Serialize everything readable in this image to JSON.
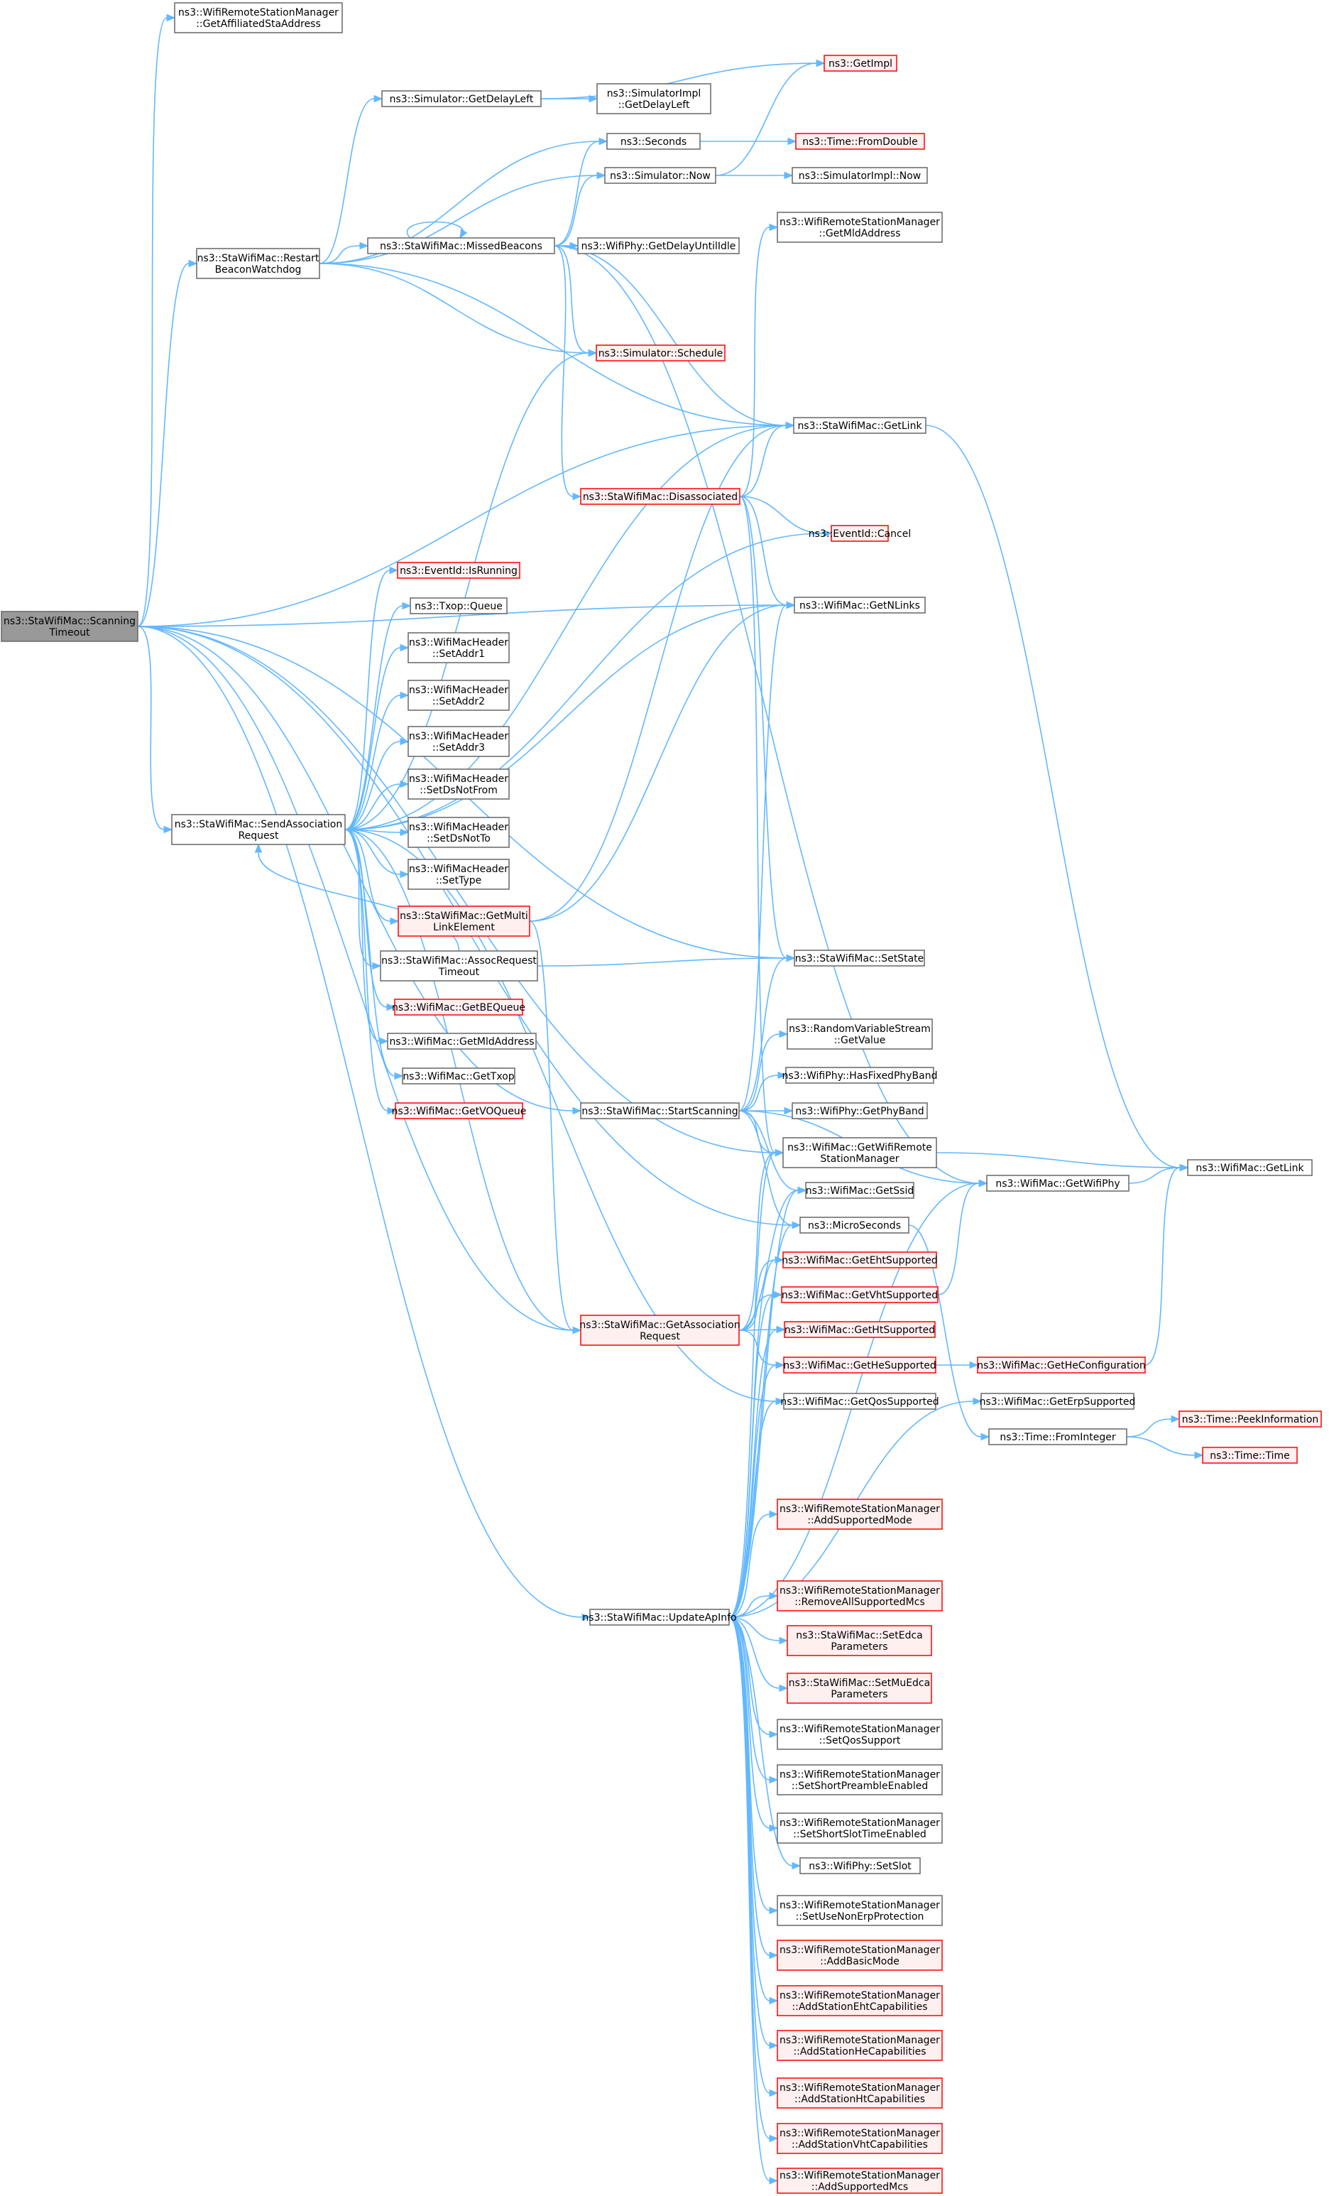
{
  "diagram": {
    "colors": {
      "edge": "#63b8ff",
      "root_fill": "#999999",
      "normal_stroke": "#666666",
      "red_stroke": "#ff0000",
      "red_fill": "#fff0f0"
    },
    "nodes": [
      {
        "id": "root",
        "lines": [
          "ns3::StaWifiMac::Scanning",
          "Timeout"
        ],
        "style": "root"
      },
      {
        "id": "getAffiliated",
        "lines": [
          "ns3::WifiRemoteStationManager",
          "::GetAffiliatedStaAddress"
        ],
        "style": "normal"
      },
      {
        "id": "restartBeacon",
        "lines": [
          "ns3::StaWifiMac::Restart",
          "BeaconWatchdog"
        ],
        "style": "normal"
      },
      {
        "id": "sendAssoc",
        "lines": [
          "ns3::StaWifiMac::SendAssociation",
          "Request"
        ],
        "style": "normal"
      },
      {
        "id": "getDelayLeft",
        "lines": [
          "ns3::Simulator::GetDelayLeft"
        ],
        "style": "normal"
      },
      {
        "id": "simImplGetDelayLeft",
        "lines": [
          "ns3::SimulatorImpl",
          "::GetDelayLeft"
        ],
        "style": "normal"
      },
      {
        "id": "seconds",
        "lines": [
          "ns3::Seconds"
        ],
        "style": "normal"
      },
      {
        "id": "simNow",
        "lines": [
          "ns3::Simulator::Now"
        ],
        "style": "normal"
      },
      {
        "id": "missedBeacons",
        "lines": [
          "ns3::StaWifiMac::MissedBeacons"
        ],
        "style": "normal"
      },
      {
        "id": "getDelayUntilIdle",
        "lines": [
          "ns3::WifiPhy::GetDelayUntilIdle"
        ],
        "style": "normal"
      },
      {
        "id": "schedule",
        "lines": [
          "ns3::Simulator::Schedule"
        ],
        "style": "red"
      },
      {
        "id": "disassociated",
        "lines": [
          "ns3::StaWifiMac::Disassociated"
        ],
        "style": "red"
      },
      {
        "id": "getImpl",
        "lines": [
          "ns3::GetImpl"
        ],
        "style": "red"
      },
      {
        "id": "fromDouble",
        "lines": [
          "ns3::Time::FromDouble"
        ],
        "style": "red"
      },
      {
        "id": "simImplNow",
        "lines": [
          "ns3::SimulatorImpl::Now"
        ],
        "style": "normal"
      },
      {
        "id": "getMldAddressMgr",
        "lines": [
          "ns3::WifiRemoteStationManager",
          "::GetMldAddress"
        ],
        "style": "normal"
      },
      {
        "id": "staGetLink",
        "lines": [
          "ns3::StaWifiMac::GetLink"
        ],
        "style": "normal"
      },
      {
        "id": "eventCancel",
        "lines": [
          "ns3::EventId::Cancel"
        ],
        "style": "red"
      },
      {
        "id": "getNLinks",
        "lines": [
          "ns3::WifiMac::GetNLinks"
        ],
        "style": "normal"
      },
      {
        "id": "isRunning",
        "lines": [
          "ns3::EventId::IsRunning"
        ],
        "style": "red"
      },
      {
        "id": "txopQueue",
        "lines": [
          "ns3::Txop::Queue"
        ],
        "style": "normal"
      },
      {
        "id": "setAddr1",
        "lines": [
          "ns3::WifiMacHeader",
          "::SetAddr1"
        ],
        "style": "normal"
      },
      {
        "id": "setAddr2",
        "lines": [
          "ns3::WifiMacHeader",
          "::SetAddr2"
        ],
        "style": "normal"
      },
      {
        "id": "setAddr3",
        "lines": [
          "ns3::WifiMacHeader",
          "::SetAddr3"
        ],
        "style": "normal"
      },
      {
        "id": "setDsNotFrom",
        "lines": [
          "ns3::WifiMacHeader",
          "::SetDsNotFrom"
        ],
        "style": "normal"
      },
      {
        "id": "setDsNotTo",
        "lines": [
          "ns3::WifiMacHeader",
          "::SetDsNotTo"
        ],
        "style": "normal"
      },
      {
        "id": "setType",
        "lines": [
          "ns3::WifiMacHeader",
          "::SetType"
        ],
        "style": "normal"
      },
      {
        "id": "getMultiLink",
        "lines": [
          "ns3::StaWifiMac::GetMulti",
          "LinkElement"
        ],
        "style": "red"
      },
      {
        "id": "assocTimeout",
        "lines": [
          "ns3::StaWifiMac::AssocRequest",
          "Timeout"
        ],
        "style": "normal"
      },
      {
        "id": "getBEQueue",
        "lines": [
          "ns3::WifiMac::GetBEQueue"
        ],
        "style": "red"
      },
      {
        "id": "getMldAddress",
        "lines": [
          "ns3::WifiMac::GetMldAddress"
        ],
        "style": "normal"
      },
      {
        "id": "getTxop",
        "lines": [
          "ns3::WifiMac::GetTxop"
        ],
        "style": "normal"
      },
      {
        "id": "getVOQueue",
        "lines": [
          "ns3::WifiMac::GetVOQueue"
        ],
        "style": "red"
      },
      {
        "id": "startScanning",
        "lines": [
          "ns3::StaWifiMac::StartScanning"
        ],
        "style": "normal"
      },
      {
        "id": "getAssocReq",
        "lines": [
          "ns3::StaWifiMac::GetAssociation",
          "Request"
        ],
        "style": "red"
      },
      {
        "id": "updateApInfo",
        "lines": [
          "ns3::StaWifiMac::UpdateApInfo"
        ],
        "style": "normal"
      },
      {
        "id": "setState",
        "lines": [
          "ns3::StaWifiMac::SetState"
        ],
        "style": "normal"
      },
      {
        "id": "rvsGetValue",
        "lines": [
          "ns3::RandomVariableStream",
          "::GetValue"
        ],
        "style": "normal"
      },
      {
        "id": "hasFixedPhyBand",
        "lines": [
          "ns3::WifiPhy::HasFixedPhyBand"
        ],
        "style": "normal"
      },
      {
        "id": "getPhyBand",
        "lines": [
          "ns3::WifiPhy::GetPhyBand"
        ],
        "style": "normal"
      },
      {
        "id": "getWifiRSM",
        "lines": [
          "ns3::WifiMac::GetWifiRemote",
          "StationManager"
        ],
        "style": "normal"
      },
      {
        "id": "getSsid",
        "lines": [
          "ns3::WifiMac::GetSsid"
        ],
        "style": "normal"
      },
      {
        "id": "microSeconds",
        "lines": [
          "ns3::MicroSeconds"
        ],
        "style": "normal"
      },
      {
        "id": "getEht",
        "lines": [
          "ns3::WifiMac::GetEhtSupported"
        ],
        "style": "red"
      },
      {
        "id": "getVht",
        "lines": [
          "ns3::WifiMac::GetVhtSupported"
        ],
        "style": "red"
      },
      {
        "id": "getHt",
        "lines": [
          "ns3::WifiMac::GetHtSupported"
        ],
        "style": "red"
      },
      {
        "id": "getHe",
        "lines": [
          "ns3::WifiMac::GetHeSupported"
        ],
        "style": "red"
      },
      {
        "id": "getQos",
        "lines": [
          "ns3::WifiMac::GetQosSupported"
        ],
        "style": "normal"
      },
      {
        "id": "getWifiPhy",
        "lines": [
          "ns3::WifiMac::GetWifiPhy"
        ],
        "style": "normal"
      },
      {
        "id": "wifiMacGetLink",
        "lines": [
          "ns3::WifiMac::GetLink"
        ],
        "style": "normal"
      },
      {
        "id": "getHeConfig",
        "lines": [
          "ns3::WifiMac::GetHeConfiguration"
        ],
        "style": "red"
      },
      {
        "id": "getErp",
        "lines": [
          "ns3::WifiMac::GetErpSupported"
        ],
        "style": "normal"
      },
      {
        "id": "fromInteger",
        "lines": [
          "ns3::Time::FromInteger"
        ],
        "style": "normal"
      },
      {
        "id": "peekInfo",
        "lines": [
          "ns3::Time::PeekInformation"
        ],
        "style": "red"
      },
      {
        "id": "timeTime",
        "lines": [
          "ns3::Time::Time"
        ],
        "style": "red"
      },
      {
        "id": "addSupportedMode",
        "lines": [
          "ns3::WifiRemoteStationManager",
          "::AddSupportedMode"
        ],
        "style": "red"
      },
      {
        "id": "removeAllMcs",
        "lines": [
          "ns3::WifiRemoteStationManager",
          "::RemoveAllSupportedMcs"
        ],
        "style": "red"
      },
      {
        "id": "setEdca",
        "lines": [
          "ns3::StaWifiMac::SetEdca",
          "Parameters"
        ],
        "style": "red"
      },
      {
        "id": "setMuEdca",
        "lines": [
          "ns3::StaWifiMac::SetMuEdca",
          "Parameters"
        ],
        "style": "red"
      },
      {
        "id": "setQosSupport",
        "lines": [
          "ns3::WifiRemoteStationManager",
          "::SetQosSupport"
        ],
        "style": "normal"
      },
      {
        "id": "setShortPreamble",
        "lines": [
          "ns3::WifiRemoteStationManager",
          "::SetShortPreambleEnabled"
        ],
        "style": "normal"
      },
      {
        "id": "setShortSlot",
        "lines": [
          "ns3::WifiRemoteStationManager",
          "::SetShortSlotTimeEnabled"
        ],
        "style": "normal"
      },
      {
        "id": "setSlot",
        "lines": [
          "ns3::WifiPhy::SetSlot"
        ],
        "style": "normal"
      },
      {
        "id": "setUseNonErp",
        "lines": [
          "ns3::WifiRemoteStationManager",
          "::SetUseNonErpProtection"
        ],
        "style": "normal"
      },
      {
        "id": "addBasicMode",
        "lines": [
          "ns3::WifiRemoteStationManager",
          "::AddBasicMode"
        ],
        "style": "red"
      },
      {
        "id": "addEhtCap",
        "lines": [
          "ns3::WifiRemoteStationManager",
          "::AddStationEhtCapabilities"
        ],
        "style": "red"
      },
      {
        "id": "addHeCap",
        "lines": [
          "ns3::WifiRemoteStationManager",
          "::AddStationHeCapabilities"
        ],
        "style": "red"
      },
      {
        "id": "addHtCap",
        "lines": [
          "ns3::WifiRemoteStationManager",
          "::AddStationHtCapabilities"
        ],
        "style": "red"
      },
      {
        "id": "addVhtCap",
        "lines": [
          "ns3::WifiRemoteStationManager",
          "::AddStationVhtCapabilities"
        ],
        "style": "red"
      },
      {
        "id": "addSupportedMcs",
        "lines": [
          "ns3::WifiRemoteStationManager",
          "::AddSupportedMcs"
        ],
        "style": "red"
      }
    ],
    "edges": [
      [
        "root",
        "getAffiliated"
      ],
      [
        "root",
        "restartBeacon"
      ],
      [
        "root",
        "sendAssoc"
      ],
      [
        "root",
        "staGetLink"
      ],
      [
        "root",
        "getNLinks"
      ],
      [
        "root",
        "setState"
      ],
      [
        "root",
        "startScanning"
      ],
      [
        "root",
        "getWifiRSM"
      ],
      [
        "root",
        "microSeconds"
      ],
      [
        "root",
        "getAssocReq"
      ],
      [
        "root",
        "updateApInfo"
      ],
      [
        "restartBeacon",
        "getDelayLeft"
      ],
      [
        "restartBeacon",
        "seconds"
      ],
      [
        "restartBeacon",
        "simNow"
      ],
      [
        "restartBeacon",
        "missedBeacons"
      ],
      [
        "restartBeacon",
        "schedule"
      ],
      [
        "restartBeacon",
        "staGetLink"
      ],
      [
        "getDelayLeft",
        "getImpl"
      ],
      [
        "getDelayLeft",
        "simImplGetDelayLeft"
      ],
      [
        "seconds",
        "fromDouble"
      ],
      [
        "simNow",
        "getImpl"
      ],
      [
        "simNow",
        "simImplNow"
      ],
      [
        "missedBeacons",
        "missedBeacons"
      ],
      [
        "missedBeacons",
        "seconds"
      ],
      [
        "missedBeacons",
        "simNow"
      ],
      [
        "missedBeacons",
        "getDelayUntilIdle"
      ],
      [
        "missedBeacons",
        "schedule"
      ],
      [
        "missedBeacons",
        "disassociated"
      ],
      [
        "missedBeacons",
        "staGetLink"
      ],
      [
        "missedBeacons",
        "getWifiPhy"
      ],
      [
        "disassociated",
        "getMldAddressMgr"
      ],
      [
        "disassociated",
        "staGetLink"
      ],
      [
        "disassociated",
        "eventCancel"
      ],
      [
        "disassociated",
        "getNLinks"
      ],
      [
        "disassociated",
        "setState"
      ],
      [
        "disassociated",
        "getWifiRSM"
      ],
      [
        "sendAssoc",
        "schedule"
      ],
      [
        "sendAssoc",
        "staGetLink"
      ],
      [
        "sendAssoc",
        "eventCancel"
      ],
      [
        "sendAssoc",
        "getNLinks"
      ],
      [
        "sendAssoc",
        "isRunning"
      ],
      [
        "sendAssoc",
        "txopQueue"
      ],
      [
        "sendAssoc",
        "setAddr1"
      ],
      [
        "sendAssoc",
        "setAddr2"
      ],
      [
        "sendAssoc",
        "setAddr3"
      ],
      [
        "sendAssoc",
        "setDsNotFrom"
      ],
      [
        "sendAssoc",
        "setDsNotTo"
      ],
      [
        "sendAssoc",
        "setType"
      ],
      [
        "sendAssoc",
        "getMultiLink"
      ],
      [
        "sendAssoc",
        "assocTimeout"
      ],
      [
        "sendAssoc",
        "getBEQueue"
      ],
      [
        "sendAssoc",
        "getMldAddress"
      ],
      [
        "sendAssoc",
        "getTxop"
      ],
      [
        "sendAssoc",
        "getVOQueue"
      ],
      [
        "sendAssoc",
        "getAssocReq"
      ],
      [
        "sendAssoc",
        "getQos"
      ],
      [
        "getMultiLink",
        "staGetLink"
      ],
      [
        "getMultiLink",
        "getNLinks"
      ],
      [
        "getMultiLink",
        "getAssocReq"
      ],
      [
        "assocTimeout",
        "sendAssoc"
      ],
      [
        "assocTimeout",
        "setState"
      ],
      [
        "startScanning",
        "getNLinks"
      ],
      [
        "startScanning",
        "setState"
      ],
      [
        "startScanning",
        "rvsGetValue"
      ],
      [
        "startScanning",
        "hasFixedPhyBand"
      ],
      [
        "startScanning",
        "getPhyBand"
      ],
      [
        "startScanning",
        "getWifiRSM"
      ],
      [
        "startScanning",
        "getSsid"
      ],
      [
        "startScanning",
        "microSeconds"
      ],
      [
        "startScanning",
        "getWifiPhy"
      ],
      [
        "getAssocReq",
        "getSsid"
      ],
      [
        "getAssocReq",
        "getEht"
      ],
      [
        "getAssocReq",
        "getVht"
      ],
      [
        "getAssocReq",
        "getHt"
      ],
      [
        "getAssocReq",
        "getHe"
      ],
      [
        "getAssocReq",
        "getWifiRSM"
      ],
      [
        "getWifiRSM",
        "wifiMacGetLink"
      ],
      [
        "getWifiPhy",
        "wifiMacGetLink"
      ],
      [
        "staGetLink",
        "wifiMacGetLink"
      ],
      [
        "getVht",
        "getWifiPhy"
      ],
      [
        "getHe",
        "getHeConfig"
      ],
      [
        "getHeConfig",
        "wifiMacGetLink"
      ],
      [
        "microSeconds",
        "fromInteger"
      ],
      [
        "fromInteger",
        "peekInfo"
      ],
      [
        "fromInteger",
        "timeTime"
      ],
      [
        "updateApInfo",
        "getWifiRSM"
      ],
      [
        "updateApInfo",
        "getSsid"
      ],
      [
        "updateApInfo",
        "microSeconds"
      ],
      [
        "updateApInfo",
        "getEht"
      ],
      [
        "updateApInfo",
        "getVht"
      ],
      [
        "updateApInfo",
        "getHt"
      ],
      [
        "updateApInfo",
        "getHe"
      ],
      [
        "updateApInfo",
        "getQos"
      ],
      [
        "updateApInfo",
        "getErp"
      ],
      [
        "updateApInfo",
        "getWifiPhy"
      ],
      [
        "updateApInfo",
        "addSupportedMode"
      ],
      [
        "updateApInfo",
        "removeAllMcs"
      ],
      [
        "updateApInfo",
        "setEdca"
      ],
      [
        "updateApInfo",
        "setMuEdca"
      ],
      [
        "updateApInfo",
        "setQosSupport"
      ],
      [
        "updateApInfo",
        "setShortPreamble"
      ],
      [
        "updateApInfo",
        "setShortSlot"
      ],
      [
        "updateApInfo",
        "setSlot"
      ],
      [
        "updateApInfo",
        "setUseNonErp"
      ],
      [
        "updateApInfo",
        "addBasicMode"
      ],
      [
        "updateApInfo",
        "addEhtCap"
      ],
      [
        "updateApInfo",
        "addHeCap"
      ],
      [
        "updateApInfo",
        "addHtCap"
      ],
      [
        "updateApInfo",
        "addVhtCap"
      ],
      [
        "updateApInfo",
        "addSupportedMcs"
      ]
    ]
  }
}
